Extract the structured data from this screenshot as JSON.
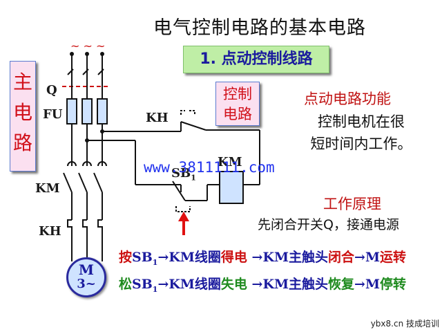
{
  "title": "电气控制电路的基本电路",
  "subtitle": "1. 点动控制线路",
  "main_circuit_label": [
    "主",
    "电",
    "路"
  ],
  "control_circuit_label": [
    "控制",
    "电路"
  ],
  "component_labels": {
    "q": "Q",
    "fu": "FU",
    "km_main": "KM",
    "kh_main": "KH",
    "kh_ctrl": "KH",
    "sb1": "SB",
    "sb1_sub": "1",
    "km_coil": "KM",
    "phase": "~ ~ ~"
  },
  "motor": {
    "line1": "M",
    "line2": "3~"
  },
  "function": {
    "title": "点动电路功能",
    "desc1": "控制电机在很",
    "desc2": "短时间内工作。"
  },
  "principle": {
    "title": "工作原理",
    "desc": "先闭合开关Q，接通电源"
  },
  "sequence": {
    "row1": {
      "p1": "按",
      "p2": "SB",
      "p2_sub": "1",
      "p3": "→KM线圈",
      "p4": "得电",
      "p5": " →KM主触头",
      "p6": "闭合",
      "p7": "→M",
      "p8": "运转"
    },
    "row2": {
      "p1": "松",
      "p2": "SB",
      "p2_sub": "1",
      "p3": "→KM线圈",
      "p4": "失电",
      "p5": " →KM主触头",
      "p6": "恢复",
      "p7": "→M",
      "p8": "停转"
    }
  },
  "watermark": "www.3811111.com",
  "corner_text": "ybx8.cn  技成培训",
  "colors": {
    "wire": "#111111",
    "fuse_fill": "#cfe3ff",
    "label_red": "#cc1111",
    "label_blue": "#1b1b9e",
    "label_green": "#1e8a1e",
    "arrow_red": "#e01010"
  }
}
